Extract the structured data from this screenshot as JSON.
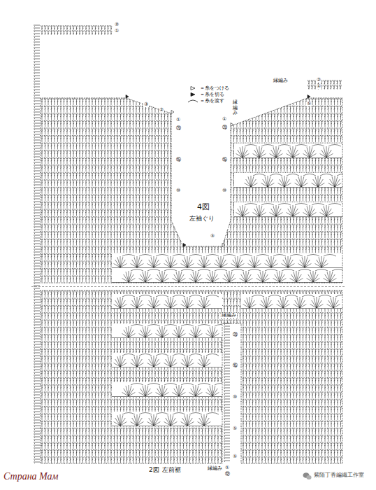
{
  "diagram": {
    "labels": [
      "②",
      "①",
      "③",
      "②",
      "①",
      "⑳",
      "⑮",
      "⑩",
      "⑤",
      "4図",
      "左袖ぐり",
      "縁編み",
      "②",
      "①",
      "縁編み",
      "⑤",
      "①",
      "⑳",
      "⑮",
      "⑩",
      "縁編み",
      "⑳",
      "⑮",
      "⑩",
      "⑤",
      "①",
      "縁編み",
      "①",
      "⑫",
      "2図",
      "左前裾",
      "Страна Мам",
      "紫陌丁香編織工作室"
    ],
    "legend": [
      {
        "text": "＝糸をつける"
      },
      {
        "text": "＝糸を切る"
      },
      {
        "text": "＝糸を渡す"
      }
    ]
  }
}
